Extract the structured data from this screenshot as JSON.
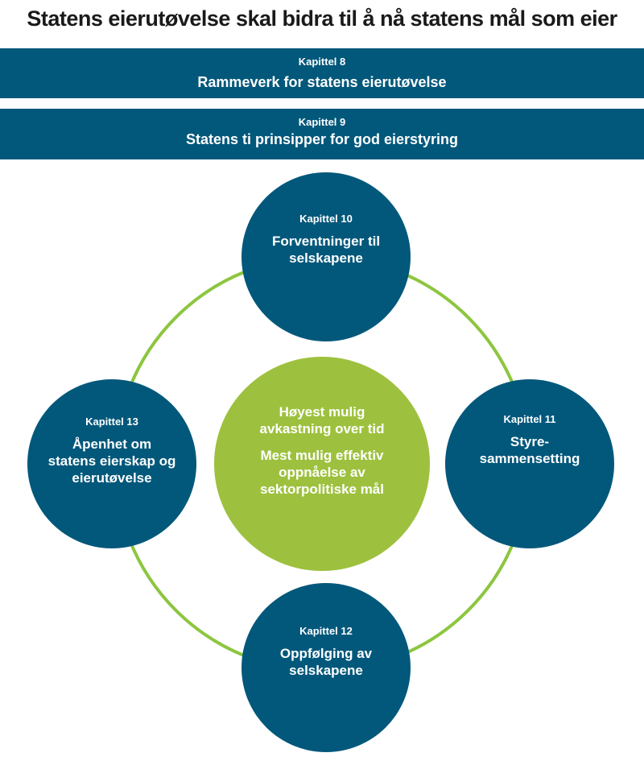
{
  "title": "Statens eierutøvelse skal bidra til å nå statens mål som eier",
  "colors": {
    "blue": "#02587b",
    "green": "#9dc13e",
    "ring": "#8cc63f"
  },
  "banners": [
    {
      "chapter": "Kapittel 8",
      "title": "Rammeverk for statens eierutøvelse"
    },
    {
      "chapter": "Kapittel 9",
      "title": "Statens ti prinsipper for god eierstyring"
    }
  ],
  "center": {
    "goals": [
      "Høyest mulig\navkastning over tid",
      "Mest mulig effektiv\noppnåelse av\nsektorpolitiske mål"
    ]
  },
  "cycle": [
    {
      "position": "top",
      "chapter": "Kapittel 10",
      "title": "Forventninger til\nselskapene"
    },
    {
      "position": "right",
      "chapter": "Kapittel 11",
      "title": "Styre-\nsammensetting"
    },
    {
      "position": "bottom",
      "chapter": "Kapittel 12",
      "title": "Oppfølging av\nselskapene"
    },
    {
      "position": "left",
      "chapter": "Kapittel 13",
      "title": "Åpenhet om\nstatens eierskap og\neierutøvelse"
    }
  ]
}
